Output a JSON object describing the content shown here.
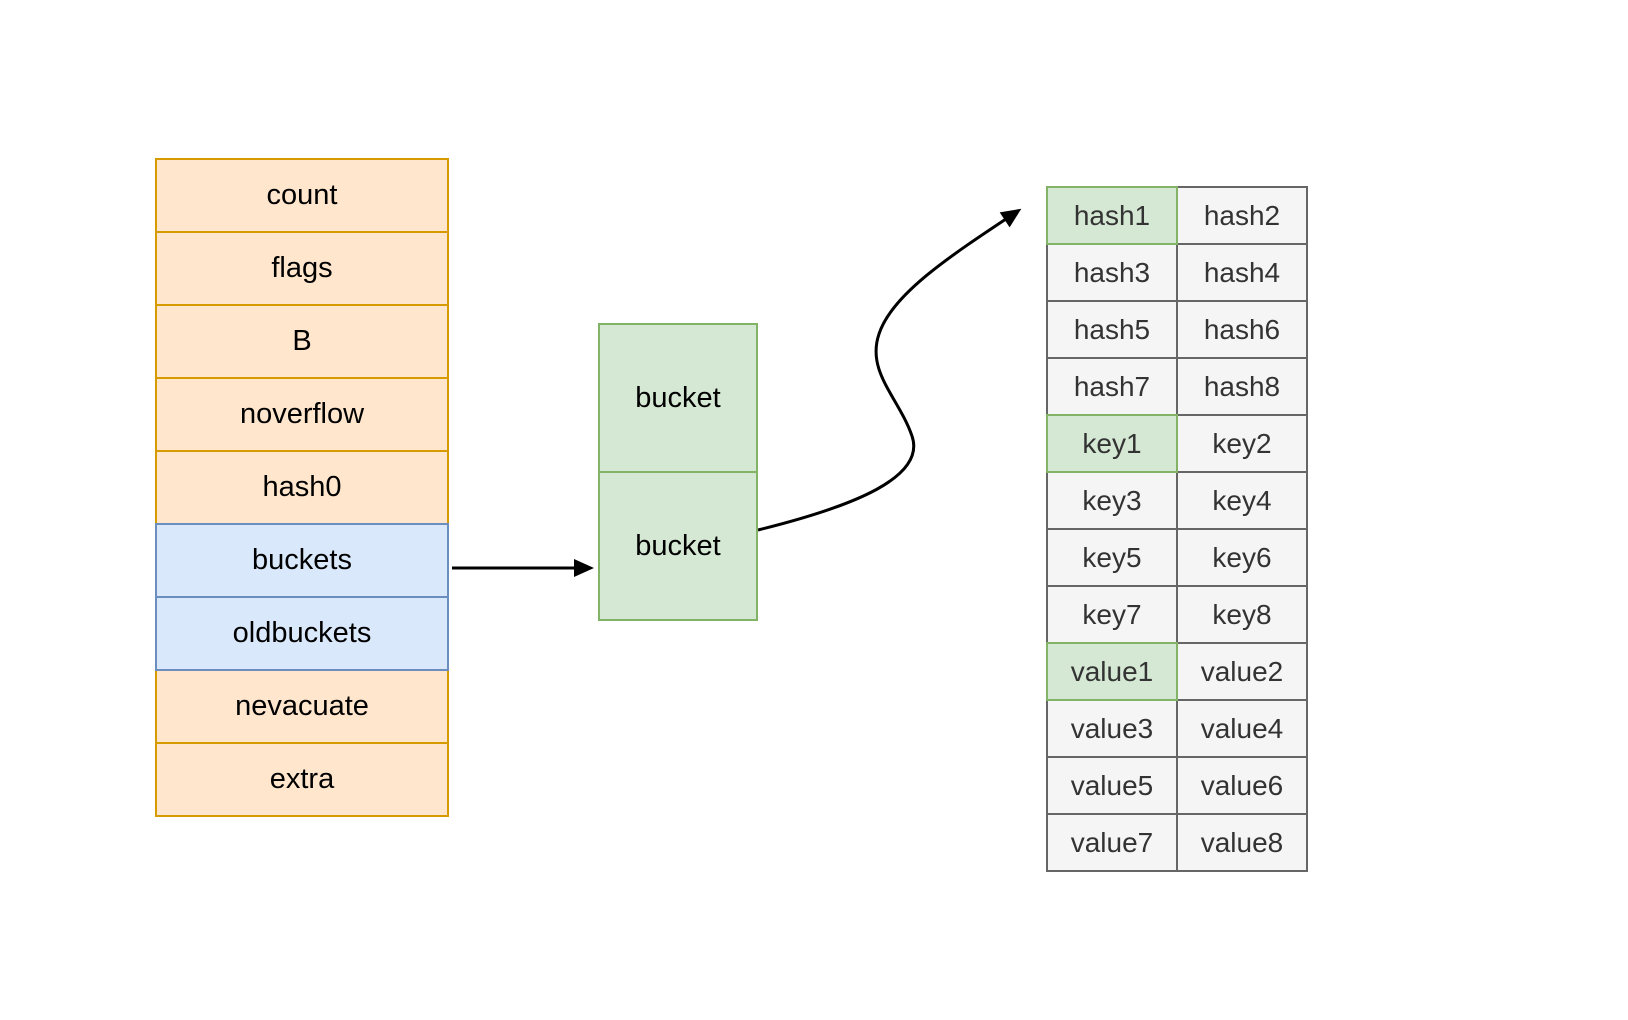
{
  "colors": {
    "orange_fill": "#ffe6cc",
    "orange_border": "#d79b00",
    "blue_fill": "#dae8fc",
    "blue_border": "#6c8ebf",
    "green_fill": "#d5e8d4",
    "green_border": "#82b366",
    "gray_fill": "#f5f5f5",
    "gray_border": "#666666",
    "arrow": "#000000"
  },
  "hmap": {
    "fields": [
      {
        "label": "count",
        "variant": "orange"
      },
      {
        "label": "flags",
        "variant": "orange"
      },
      {
        "label": "B",
        "variant": "orange"
      },
      {
        "label": "noverflow",
        "variant": "orange"
      },
      {
        "label": "hash0",
        "variant": "orange"
      },
      {
        "label": "buckets",
        "variant": "blue"
      },
      {
        "label": "oldbuckets",
        "variant": "blue"
      },
      {
        "label": "nevacuate",
        "variant": "orange"
      },
      {
        "label": "extra",
        "variant": "orange"
      }
    ]
  },
  "bucket_array": {
    "cells": [
      {
        "label": "bucket"
      },
      {
        "label": "bucket"
      }
    ]
  },
  "slots": {
    "rows": [
      [
        {
          "text": "hash1",
          "highlighted": true
        },
        {
          "text": "hash2",
          "highlighted": false
        }
      ],
      [
        {
          "text": "hash3",
          "highlighted": false
        },
        {
          "text": "hash4",
          "highlighted": false
        }
      ],
      [
        {
          "text": "hash5",
          "highlighted": false
        },
        {
          "text": "hash6",
          "highlighted": false
        }
      ],
      [
        {
          "text": "hash7",
          "highlighted": false
        },
        {
          "text": "hash8",
          "highlighted": false
        }
      ],
      [
        {
          "text": "key1",
          "highlighted": true
        },
        {
          "text": "key2",
          "highlighted": false
        }
      ],
      [
        {
          "text": "key3",
          "highlighted": false
        },
        {
          "text": "key4",
          "highlighted": false
        }
      ],
      [
        {
          "text": "key5",
          "highlighted": false
        },
        {
          "text": "key6",
          "highlighted": false
        }
      ],
      [
        {
          "text": "key7",
          "highlighted": false
        },
        {
          "text": "key8",
          "highlighted": false
        }
      ],
      [
        {
          "text": "value1",
          "highlighted": true
        },
        {
          "text": "value2",
          "highlighted": false
        }
      ],
      [
        {
          "text": "value3",
          "highlighted": false
        },
        {
          "text": "value4",
          "highlighted": false
        }
      ],
      [
        {
          "text": "value5",
          "highlighted": false
        },
        {
          "text": "value6",
          "highlighted": false
        }
      ],
      [
        {
          "text": "value7",
          "highlighted": false
        },
        {
          "text": "value8",
          "highlighted": false
        }
      ]
    ]
  }
}
